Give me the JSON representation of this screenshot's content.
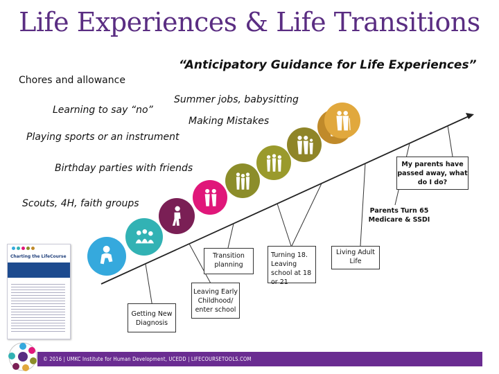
{
  "title": "Life Experiences & Life Transitions",
  "subtitle": "“Anticipatory Guidance for Life Experiences”",
  "experiences": [
    {
      "label": "Chores and allowance"
    },
    {
      "label": "Summer jobs, babysitting"
    },
    {
      "label": "Learning to say “no”"
    },
    {
      "label": "Making Mistakes"
    },
    {
      "label": "Playing sports or an instrument"
    },
    {
      "label": "Birthday parties with friends"
    },
    {
      "label": "Scouts, 4H, faith groups"
    }
  ],
  "transitions": {
    "getting_new_diagnosis": "Getting New Diagnosis",
    "transition_planning": "Transition planning",
    "leaving_early_childhood": "Leaving Early Childhood/ enter school",
    "turning_18": "Turning 18. Leaving school at 18 or 21",
    "living_adult_life": "Living Adult Life",
    "parents_turn_65": "Parents Turn 65 Medicare & SSDI",
    "parents_passed_away": "My parents have passed away, what do I do?"
  },
  "brochure": {
    "title": "Charting the LifeCourse"
  },
  "footer": {
    "text": "© 2016 | UMKC Institute for Human Development, UCEDD | LIFECOURSETOOLS.COM"
  },
  "colors": {
    "title": "#5a2d82",
    "footer": "#6a2c91",
    "stages": [
      "#35a9dd",
      "#32b2b4",
      "#7a1f55",
      "#e0177a",
      "#8c8d2a",
      "#9a9a2c",
      "#8f8528",
      "#c08a2a",
      "#e1a83d"
    ]
  },
  "stage_icons": [
    "baby-icon",
    "children-group-icon",
    "child-walking-icon",
    "two-children-icon",
    "family-icon",
    "group-icon",
    "adults-icon",
    "adult-couple-icon",
    "elderly-couple-icon"
  ]
}
